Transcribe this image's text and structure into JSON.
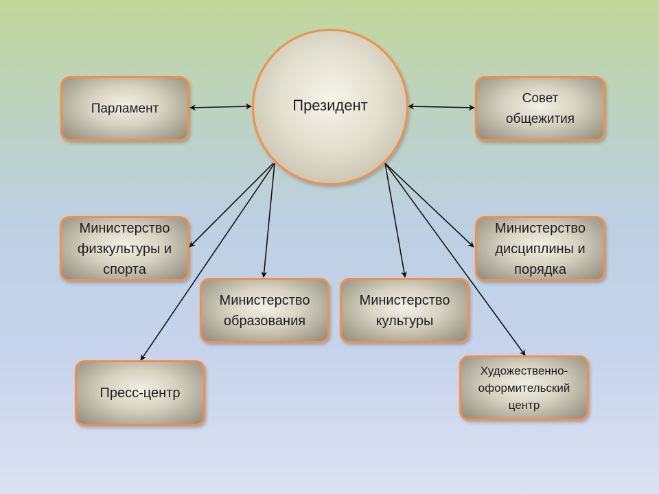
{
  "nodes": {
    "president": "Президент",
    "parliament": "Парламент",
    "council": "Совет\nобщежития",
    "sport": "Министерство\nфизкультуры и\nспорта",
    "education": "Министерство\nобразования",
    "culture": "Министерство\nкультуры",
    "discipline": "Министерство\nдисциплины и\nпорядка",
    "press": "Пресс-центр",
    "art": "Художественно-\nоформительский\nцентр"
  },
  "colors": {
    "node_border": "#f2904a",
    "connector": "#111111"
  },
  "edges": [
    {
      "from": "president",
      "to": "parliament",
      "bidirectional": true
    },
    {
      "from": "president",
      "to": "council",
      "bidirectional": true
    },
    {
      "from": "president",
      "to": "sport",
      "bidirectional": false
    },
    {
      "from": "president",
      "to": "press",
      "bidirectional": false
    },
    {
      "from": "president",
      "to": "education",
      "bidirectional": false
    },
    {
      "from": "president",
      "to": "culture",
      "bidirectional": false
    },
    {
      "from": "president",
      "to": "discipline",
      "bidirectional": false
    },
    {
      "from": "president",
      "to": "art",
      "bidirectional": false
    }
  ]
}
